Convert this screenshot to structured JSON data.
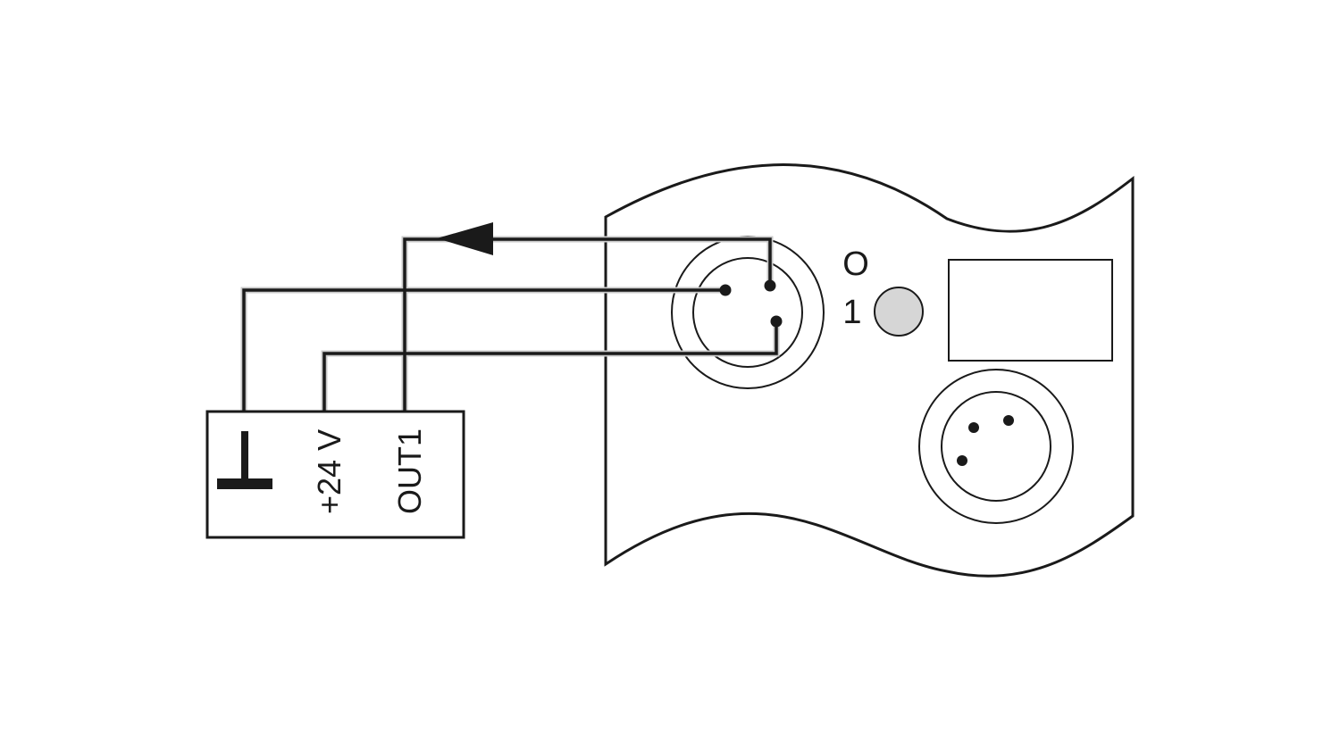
{
  "terminal_block": {
    "ground_symbol": "ground-icon",
    "terminals": [
      "+24 V",
      "OUT1"
    ]
  },
  "device": {
    "switch_positions": [
      "O",
      "1"
    ],
    "connector_in_pins": 3,
    "connector_out_pins": 3
  },
  "colors": {
    "line": "#1a1a1a",
    "indicator": "#d6d6d6",
    "background": "#ffffff"
  }
}
